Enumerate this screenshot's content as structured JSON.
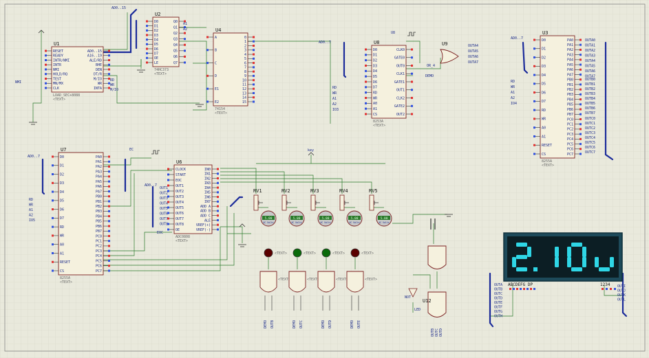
{
  "colors": {
    "background": "#e9e9dc",
    "grid": "#d6d6c6",
    "wire": "#2a7a2a",
    "bus": "#1a2a9a",
    "chip_fill": "#f5f1de",
    "chip_stroke": "#7a2020",
    "pin_red": "#e23030",
    "pin_blue": "#3050e0",
    "display_bezel": "#1d4a5a",
    "display_face": "#0c1e24",
    "display_segment": "#2fd6e6"
  },
  "chips": {
    "u1": {
      "ref": "U1",
      "sub": "LOAD_SEC+8088"
    },
    "u2": {
      "ref": "U2",
      "sub": "74HC373"
    },
    "u4": {
      "ref": "U4",
      "sub": "74154"
    },
    "u8": {
      "ref": "U8",
      "sub": "8253A"
    },
    "u9": {
      "ref": "U9"
    },
    "u3": {
      "ref": "U3",
      "sub": "8255A"
    },
    "u7": {
      "ref": "U7",
      "sub": "8255A"
    },
    "u6": {
      "ref": "U6",
      "sub": "ADC0808"
    },
    "u12": {
      "ref": "U12"
    },
    "text_tag": "<TEXT>"
  },
  "pins": {
    "u1_left": [
      "RESET",
      "READY",
      "INTR/NMI",
      "INTR",
      "NMI",
      "HOLD/RQ",
      "TEST",
      "MN/MX",
      "CLK"
    ],
    "u1_right": [
      "AD0..15",
      "A16..19",
      "ALE/RD",
      "BHE",
      "DEN",
      "DT/R",
      "M/IO",
      "WR",
      "INTA"
    ],
    "u2_left": [
      "D0",
      "D1",
      "D2",
      "D3",
      "D4",
      "D5",
      "D6",
      "D7",
      "OE",
      "LE"
    ],
    "u2_right": [
      "Q0",
      "Q1",
      "Q2",
      "Q3",
      "Q4",
      "Q5",
      "Q6",
      "Q7"
    ],
    "u4_left": [
      "A",
      "B",
      "C",
      "D",
      "E1",
      "E2"
    ],
    "u4_right": [
      "0",
      "1",
      "2",
      "3",
      "4",
      "5",
      "6",
      "7",
      "8",
      "9",
      "10",
      "11",
      "12",
      "13",
      "14",
      "15"
    ],
    "u8_left": [
      "D0",
      "D1",
      "D2",
      "D3",
      "D4",
      "D5",
      "D6",
      "D7",
      "RD",
      "WR",
      "A0",
      "A1",
      "CS"
    ],
    "u8_right": [
      "CLK0",
      "GATE0",
      "OUT0",
      "CLK1",
      "GATE1",
      "OUT1",
      "CLK2",
      "GATE2",
      "OUT2"
    ],
    "u3_left": [
      "D0",
      "D1",
      "D2",
      "D3",
      "D4",
      "D5",
      "D6",
      "D7",
      "RD",
      "WR",
      "A0",
      "A1",
      "RESET",
      "CS"
    ],
    "u3_right": [
      "PA0",
      "PA1",
      "PA2",
      "PA3",
      "PA4",
      "PA5",
      "PA6",
      "PA7",
      "PB0",
      "PB1",
      "PB2",
      "PB3",
      "PB4",
      "PB5",
      "PB6",
      "PB7",
      "PC0",
      "PC1",
      "PC2",
      "PC3",
      "PC4",
      "PC5",
      "PC6",
      "PC7"
    ],
    "u7_left": [
      "D0",
      "D1",
      "D2",
      "D3",
      "D4",
      "D5",
      "D6",
      "D7",
      "RD",
      "WR",
      "A0",
      "A1",
      "RESET",
      "CS"
    ],
    "u7_right": [
      "PA0",
      "PA1",
      "PA2",
      "PA3",
      "PA4",
      "PA5",
      "PA6",
      "PA7",
      "PB0",
      "PB1",
      "PB2",
      "PB3",
      "PB4",
      "PB5",
      "PB6",
      "PB7",
      "PC0",
      "PC1",
      "PC2",
      "PC3",
      "PC4",
      "PC5",
      "PC6",
      "PC7"
    ],
    "u6_left": [
      "CLOCK",
      "START",
      "EOC",
      "OUT1",
      "OUT2",
      "OUT3",
      "OUT4",
      "OUT5",
      "OUT6",
      "OUT7",
      "OUT8",
      "OE"
    ],
    "u6_right": [
      "IN0",
      "IN1",
      "IN2",
      "IN3",
      "IN4",
      "IN5",
      "IN6",
      "IN7",
      "ADD A",
      "ADD B",
      "ADD C",
      "ALE",
      "VREF(+)",
      "VREF(-)"
    ]
  },
  "nets": {
    "ad015": "AD0..15",
    "ad07a": "AD0..7",
    "ad07b": "AD0..7",
    "ad07c": "AD0..7",
    "ad07d": "AD0..7",
    "nmi": "NMI",
    "u2_out": [
      "A1",
      "A2"
    ],
    "u1_out": [
      "RD",
      "WR",
      "M/IO"
    ],
    "u8_in": [
      "RD",
      "WR",
      "A1",
      "A2",
      "IO3"
    ],
    "u8_clk": "U8",
    "u9_out": [
      "OUTA4",
      "OUTA5",
      "OUTA6",
      "OUTA7"
    ],
    "or_label": "OR_4",
    "demo": "DEMO",
    "u3_in": [
      "RD",
      "WR",
      "A1",
      "A2",
      "IO4"
    ],
    "u3_out_a": [
      "OUTA0",
      "OUTA1",
      "OUTA2",
      "OUTA3",
      "OUTA4",
      "OUTA5",
      "OUTA6",
      "OUTA7"
    ],
    "u3_out_b": [
      "OUTB0",
      "OUTB1",
      "OUTB2",
      "OUTB3",
      "OUTB4",
      "OUTB5",
      "OUTB6",
      "OUTB7"
    ],
    "u3_out_c": [
      "OUTC0",
      "OUTC1",
      "OUTC2",
      "OUTC3",
      "OUTC4",
      "OUTC5",
      "OUTC6",
      "OUTC7"
    ],
    "u7_in": [
      "RD",
      "WR",
      "A1",
      "A2",
      "IO5"
    ],
    "eoc": "EOC",
    "ec": "EC",
    "key": "key",
    "u6_buf": [
      "OUT1",
      "OUT2",
      "OUT3",
      "OUT4",
      "OUT5",
      "OUT6",
      "OUT7",
      "OUT8"
    ],
    "seg_left": [
      "OUTA",
      "OUTB",
      "OUTC",
      "OUTD",
      "OUTE",
      "OUTF",
      "OUTG",
      "OUTH"
    ],
    "seg_right": [
      "OUTI",
      "OUTJ",
      "OUTK",
      "OUTL"
    ],
    "bottom_gates": [
      [
        "DEMO",
        "OUTB"
      ],
      [
        "DEMO",
        "OUTC"
      ],
      [
        "DEMO",
        "OUTD"
      ],
      [
        "DEMO",
        "OUTE"
      ]
    ],
    "u12_in": [
      "OUTB",
      "OUTC",
      "OUTD"
    ],
    "u12_left": "LED",
    "inv": "NOT"
  },
  "pots": {
    "refs": [
      "RV1",
      "RV2",
      "RV3",
      "RV4",
      "RV5"
    ],
    "readouts": [
      "5.00",
      "5.00",
      "5.00",
      "5.00",
      "5.00"
    ],
    "unit": "AC Volts"
  },
  "leds": {
    "count": 4
  },
  "display": {
    "value": "2.10u",
    "left_label": "ABCDEFG DP",
    "right_label": "1234"
  }
}
